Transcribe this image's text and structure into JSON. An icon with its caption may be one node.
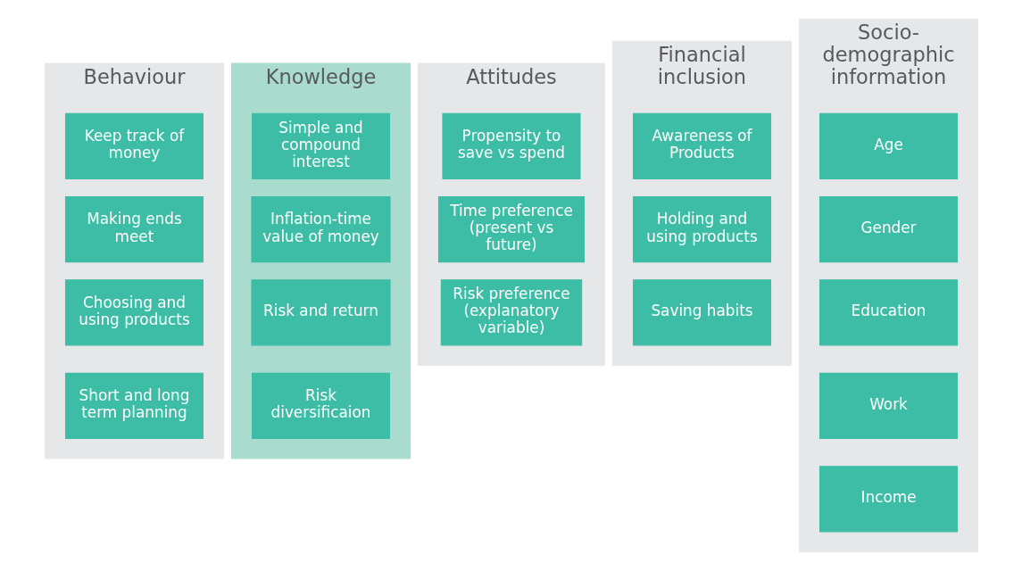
{
  "diagram": {
    "nodes": [
      {
        "text": [
          "Behaviour"
        ]
      },
      {
        "text": [
          "Keep track of money"
        ],
        "in": 0
      },
      {
        "text": [
          "Making ends meet"
        ],
        "in": 0
      },
      {
        "text": [
          "Choosing and using products"
        ],
        "in": 0
      },
      {
        "text": [
          "Short and long term planning"
        ],
        "in": 0
      },
      {
        "text": [
          "Knowledge"
        ]
      },
      {
        "text": [
          "Simple and compound interest"
        ],
        "in": 5
      },
      {
        "text": [
          "Inflation-time value of money"
        ],
        "in": 5
      },
      {
        "text": [
          "Risk and return"
        ],
        "in": 5
      },
      {
        "text": [
          "Risk diversificaion"
        ],
        "in": 5
      },
      {
        "text": [
          "Attitudes"
        ]
      },
      {
        "text": [
          "Propensity to save vs spend"
        ],
        "in": 10
      },
      {
        "text": [
          "Time preference (present vs future)"
        ],
        "in": 10
      },
      {
        "text": [
          "Risk preference (explanatory variable)"
        ],
        "in": 10
      },
      {
        "text": [
          "Financial inclusion"
        ]
      },
      {
        "text": [
          "Awareness of Products"
        ],
        "in": 14
      },
      {
        "text": [
          "Holding and using products"
        ],
        "in": 14
      },
      {
        "text": [
          "Saving habits"
        ],
        "in": 14
      },
      {
        "text": [
          "Socio-demographic information"
        ]
      },
      {
        "text": [
          "Age"
        ],
        "in": 18
      },
      {
        "text": [
          "Gender"
        ],
        "in": 18
      },
      {
        "text": [
          "Education"
        ],
        "in": 18
      },
      {
        "text": [
          "Work"
        ],
        "in": 18
      },
      {
        "text": [
          "Income"
        ],
        "in": 18
      }
    ],
    "edges": []
  }
}
